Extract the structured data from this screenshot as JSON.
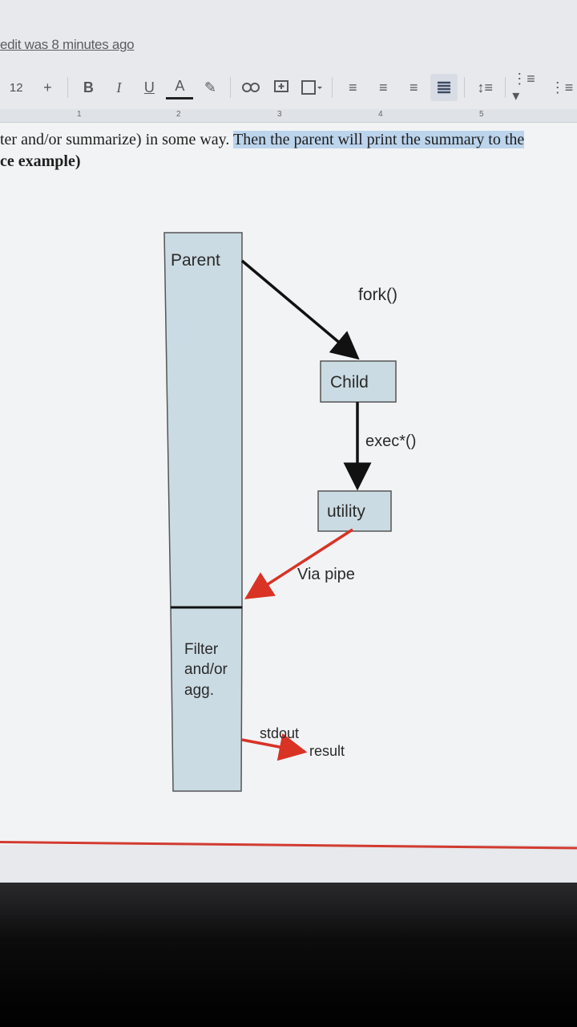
{
  "status": {
    "last_edit": "edit was 8 minutes ago"
  },
  "toolbar": {
    "font_size": "12",
    "plus": "+",
    "bold": "B",
    "italic": "I",
    "underline": "U",
    "text_color": "A",
    "icons": [
      "highlight-icon",
      "link-icon",
      "comment-icon",
      "image-icon",
      "align-left-icon",
      "align-center-icon",
      "align-right-icon",
      "align-justify-icon",
      "line-spacing-icon",
      "numbered-list-icon",
      "bulleted-list-icon"
    ]
  },
  "ruler": {
    "marks": [
      "1",
      "2",
      "3",
      "4",
      "5"
    ]
  },
  "doc": {
    "line1_start": "ter and/or summarize) in some way.",
    "line1_highlight": "Then the parent will print the summary to the",
    "line2": "ce example)"
  },
  "diagram": {
    "parent": "Parent",
    "fork": "fork()",
    "child": "Child",
    "exec": "exec*()",
    "utility": "utility",
    "via_pipe": "Via pipe",
    "filter_line1": "Filter",
    "filter_line2": "and/or",
    "filter_line3": "agg.",
    "stdout": "stdout",
    "result": "result"
  },
  "colors": {
    "box_fill": "#cbdbe3",
    "arrow_red": "#d83325",
    "highlight": "#bcd4ec"
  }
}
